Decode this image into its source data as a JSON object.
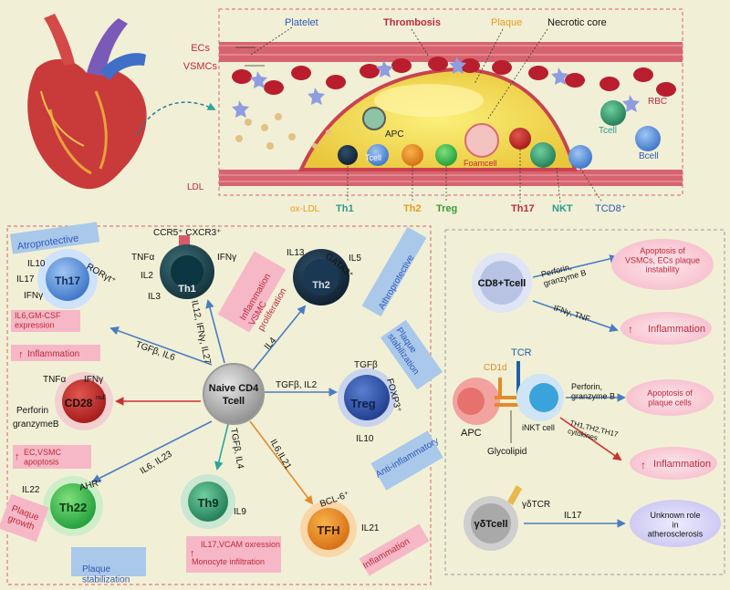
{
  "colors": {
    "background": "#f1f0d6",
    "vessel_wall": "#c8434f",
    "rbc": "#b81e2d",
    "plaque": "#f3dc4a",
    "box_border": "#e07a84",
    "label_blue": "#2f58b8",
    "label_red": "#c0283a",
    "label_pink_bg": "#f6b8c6",
    "label_blue_bg": "#aac8ea",
    "arrow_blue": "#4a7cc2",
    "arrow_red": "#c9332e",
    "arrow_orange": "#e48a2a",
    "arrow_teal": "#2ca59a"
  },
  "top_panel": {
    "platelet": "Platelet",
    "thrombosis": "Thrombosis",
    "plaque": "Plaque",
    "necrotic_core": "Necrotic core",
    "ecs": "ECs",
    "vsmcs": "VSMCs",
    "apc": "APC",
    "tcell": "Tcell",
    "foamcell": "Foamcell",
    "tcell_right": "Tcell",
    "bcell": "Bcell",
    "rbc": "RBC",
    "ldl": "LDL",
    "oxldl": "ox-LDL",
    "th1": "Th1",
    "th2": "Th2",
    "treg": "Treg",
    "th17": "Th17",
    "nkt": "NKT",
    "tcd8": "TCD8⁺"
  },
  "left_panel": {
    "atheroprotective_left": "Atroprotective",
    "th17": {
      "label": "Th17",
      "cytokine_1": "IL10",
      "cytokine_2": "IL17",
      "cytokine_3": "IFNγ",
      "marker": "RORγt⁺",
      "effect_1": "IL6,GM-CSF expression",
      "effect_2": "Inflammation"
    },
    "th1": {
      "label": "Th1",
      "marker": "CCR5⁺  CXCR3⁺",
      "cytokine_1": "TNFα",
      "cytokine_2": "IFNγ",
      "cytokine_3": "IL2",
      "cytokine_4": "IL3",
      "effect": "Inflammation VSMC proliferation"
    },
    "th2": {
      "label": "Th2",
      "marker": "GATA3⁺",
      "cytokine_1": "IL13",
      "cytokine_2": "IL5",
      "effect": "Athroprotective"
    },
    "cd28": {
      "label": "CD28",
      "suffix": "null",
      "cytokine_1": "TNFα",
      "cytokine_2": "IFNγ",
      "cytokine_3": "Perforin",
      "cytokine_4": "granzymeB",
      "effect": "EC,VSMC apoptosis"
    },
    "naive": {
      "label_1": "Naive CD4",
      "label_2": "Tcell"
    },
    "treg": {
      "label": "Treg",
      "marker": "FOXP3⁺",
      "cytokine_1": "TGFβ",
      "cytokine_2": "IL10",
      "effect_1": "Plaque stabilization",
      "effect_2": "Anti-inflammatory"
    },
    "th22": {
      "label": "Th22",
      "marker": "AHR⁺",
      "cytokine": "IL22",
      "effect_1": "Plaque growth",
      "effect_2": "Plaque stabilization"
    },
    "th9": {
      "label": "Th9",
      "cytokine": "IL9",
      "effect_1": "IL17,VCAM oxression",
      "effect_2": "Monocyte infiltration"
    },
    "tfh": {
      "label": "TFH",
      "marker": "BCL-6⁺",
      "cytokine": "IL21",
      "effect": "Inflammation"
    },
    "arrows": {
      "to_th17": "TGFβ, IL6",
      "to_th1": "IL12, IFNγ, IL27",
      "to_th2": "IL4",
      "to_treg": "TGFβ, IL2",
      "to_th22": "IL6, IL23",
      "to_th9": "TGFβ, IL4",
      "to_tfh": "IL6,IL21"
    }
  },
  "right_panel": {
    "cd8": {
      "label": "CD8+Tcell",
      "arrow_1": "Perforin, granzyme B",
      "outcome_1": "Apoptosis of VSMCs, ECs plaque instability",
      "arrow_2": "IFNγ, TNF",
      "outcome_2": "Inflammation"
    },
    "inkt": {
      "cd1d": "CD1d",
      "tcr": "TCR",
      "apc": "APC",
      "inkt": "iNKT cell",
      "glycolipid": "Glycolipid",
      "arrow_1": "Perforin, granzyme B",
      "outcome_1": "Apoptosis of plaque cells",
      "arrow_2": "TH1,TH2,TH17 cytokines",
      "outcome_2": "Inflammation"
    },
    "gdt": {
      "label": "γδTcell",
      "tcr": "γδTCR",
      "arrow": "IL17",
      "outcome": "Unknown role in atherosclerosis"
    }
  }
}
